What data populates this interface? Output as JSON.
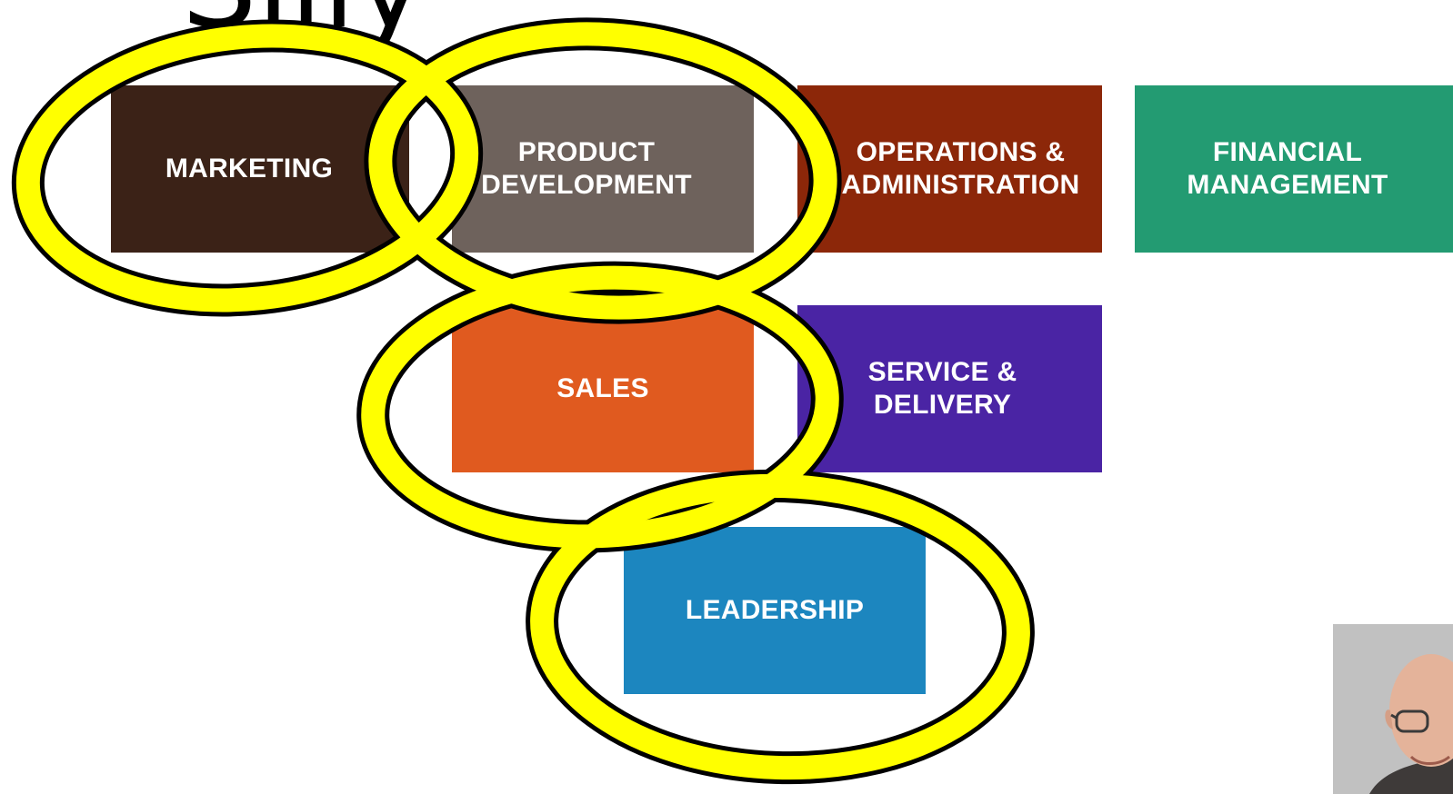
{
  "title": {
    "text": "Silly"
  },
  "boxes": {
    "marketing": {
      "lines": [
        "MARKETING"
      ],
      "color": "#3b2217"
    },
    "product": {
      "lines": [
        "PRODUCT",
        "DEVELOPMENT"
      ],
      "color": "#6e625c"
    },
    "operations": {
      "lines": [
        "OPERATIONS &",
        "ADMINISTRATION"
      ],
      "color": "#8c2709"
    },
    "financial": {
      "lines": [
        "FINANCIAL",
        "MANAGEMENT"
      ],
      "color": "#239b72"
    },
    "sales": {
      "lines": [
        "SALES"
      ],
      "color": "#e05a1f"
    },
    "service": {
      "lines": [
        "SERVICE &",
        "DELIVERY"
      ],
      "color": "#4a24a4"
    },
    "leadership": {
      "lines": [
        "LEADERSHIP"
      ],
      "color": "#1c86bf"
    }
  },
  "highlight_ovals": {
    "fill": "#ffff00",
    "outline": "#000000",
    "targets": [
      "marketing",
      "product",
      "sales",
      "leadership"
    ]
  },
  "presenter_photo": {
    "icon": "presenter-photo"
  }
}
